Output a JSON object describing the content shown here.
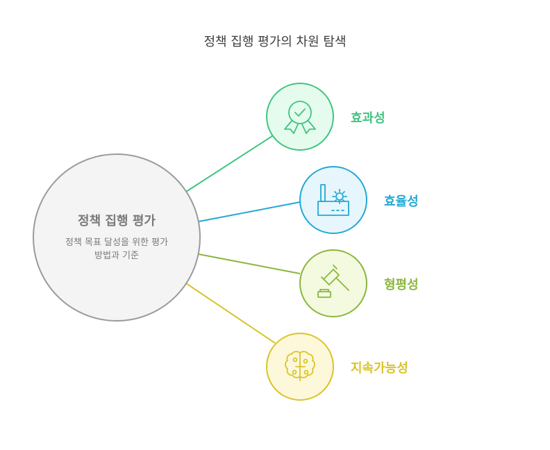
{
  "title": "정책 집행 평가의 차원 탐색",
  "hub": {
    "title": "정책 집행 평가",
    "description_line1": "정책 목표 달성을 위한 평가",
    "description_line2": "방법과 기준"
  },
  "branches": [
    {
      "label": "효과성",
      "icon": "award-ribbon-icon",
      "color": "#3fc47f",
      "fill": "#e4fbee"
    },
    {
      "label": "효율성",
      "icon": "factory-gear-icon",
      "color": "#22a8d4",
      "fill": "#e6f6fc"
    },
    {
      "label": "형평성",
      "icon": "gavel-icon",
      "color": "#8ab63c",
      "fill": "#f3fadf"
    },
    {
      "label": "지속가능성",
      "icon": "brain-circuit-icon",
      "color": "#d9c32a",
      "fill": "#fdf8d9"
    }
  ]
}
